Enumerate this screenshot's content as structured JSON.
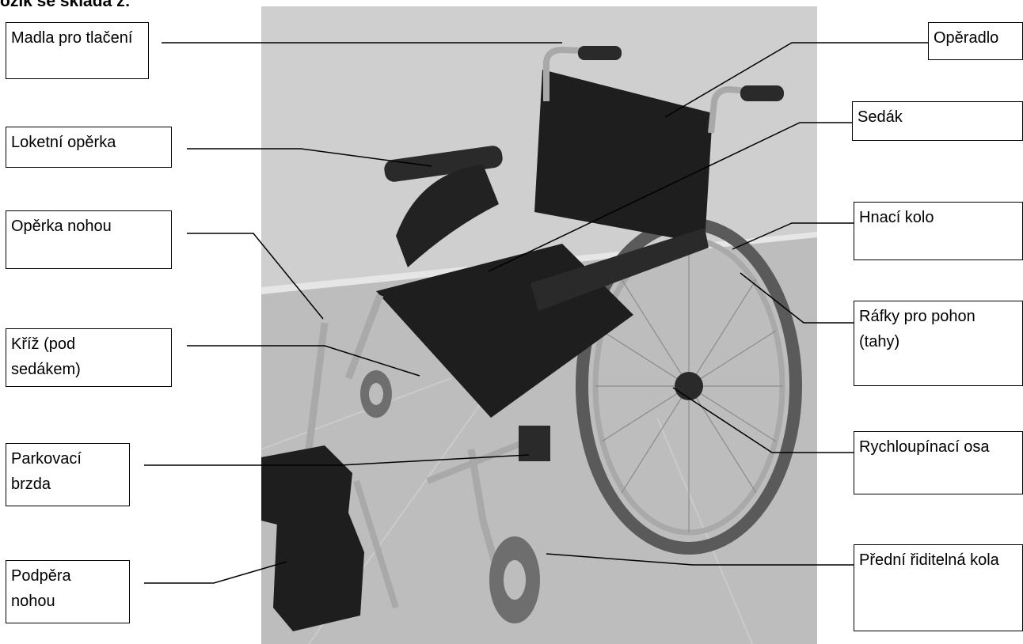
{
  "heading": "ozík se skládá z:",
  "labels": {
    "madla": "Madla pro tlačení",
    "loketni": "Loketní opěrka",
    "operka_nohou": "Opěrka nohou",
    "kriz": "Kříž (pod sedákem)",
    "parkovaci": "Parkovací brzda",
    "podpera": "Podpěra nohou",
    "operadlo": "Opěradlo",
    "sedak": "Sedák",
    "hnaci": "Hnací kolo",
    "rafky": "Ráfky pro pohon (tahy)",
    "rychloupinaci": "Rychloupínací osa",
    "predni": "Přední řiditelná kola"
  },
  "colors": {
    "wall": "#cfcfcf",
    "floor": "#b9b9b9",
    "fabric": "#1e1e1e",
    "metal": "#a9a9a9",
    "tire": "#6e6e6e"
  }
}
